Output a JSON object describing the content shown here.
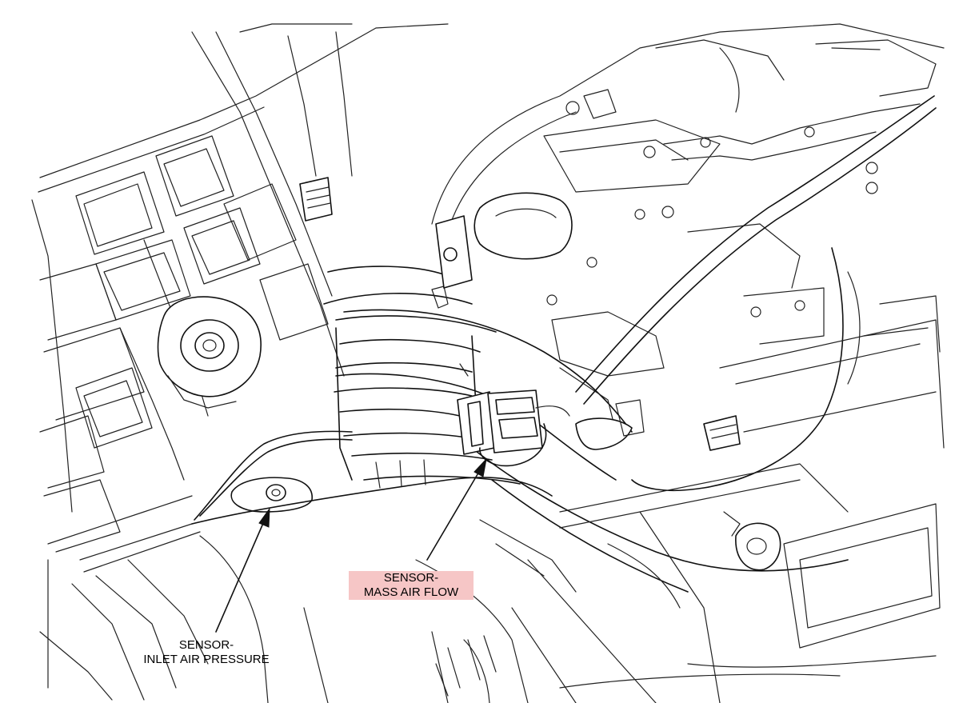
{
  "labels": {
    "mass_air_flow": {
      "line1": "SENSOR-",
      "line2": "MASS AIR FLOW",
      "highlight_color": "#f6c6c6"
    },
    "inlet_air_pressure": {
      "line1": "SENSOR-",
      "line2": "INLET AIR PRESSURE"
    }
  },
  "colors": {
    "line": "#111111",
    "background": "#ffffff"
  }
}
